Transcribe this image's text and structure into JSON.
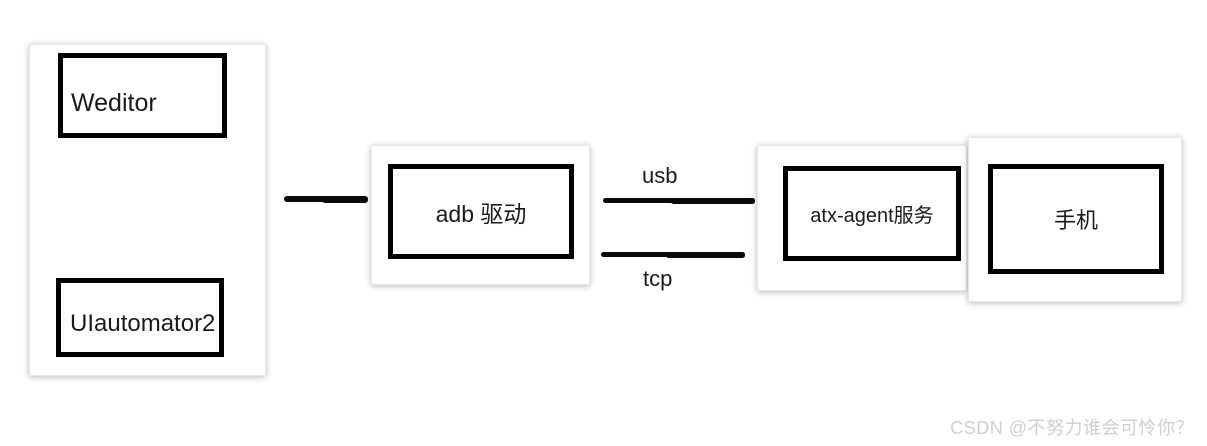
{
  "nodes": {
    "weditor": "Weditor",
    "uiautomator2": "UIautomator2",
    "adb": "adb 驱动",
    "atx": "atx-agent服务",
    "phone": "手机"
  },
  "edges": {
    "usb": "usb",
    "tcp": "tcp"
  },
  "watermark": {
    "text": "CSDN @不努力谁会可怜你？"
  },
  "colors": {
    "node_border": "#000000",
    "connector": "#0a0a0a",
    "card_background": "#ffffff",
    "watermark_text": "#cfcfcf"
  }
}
